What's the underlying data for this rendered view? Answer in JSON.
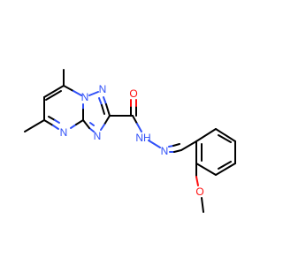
{
  "colors": {
    "carbon": "#000000",
    "nitrogen": "#3050f8",
    "oxygen": "#ff0d0d",
    "background": "#ffffff"
  },
  "atom_labels": {
    "n1": "N",
    "n2": "N",
    "n3": "N",
    "n4": "N",
    "nh": "NH",
    "n6": "N",
    "o_carbonyl": "O",
    "o_methoxy": "O"
  }
}
